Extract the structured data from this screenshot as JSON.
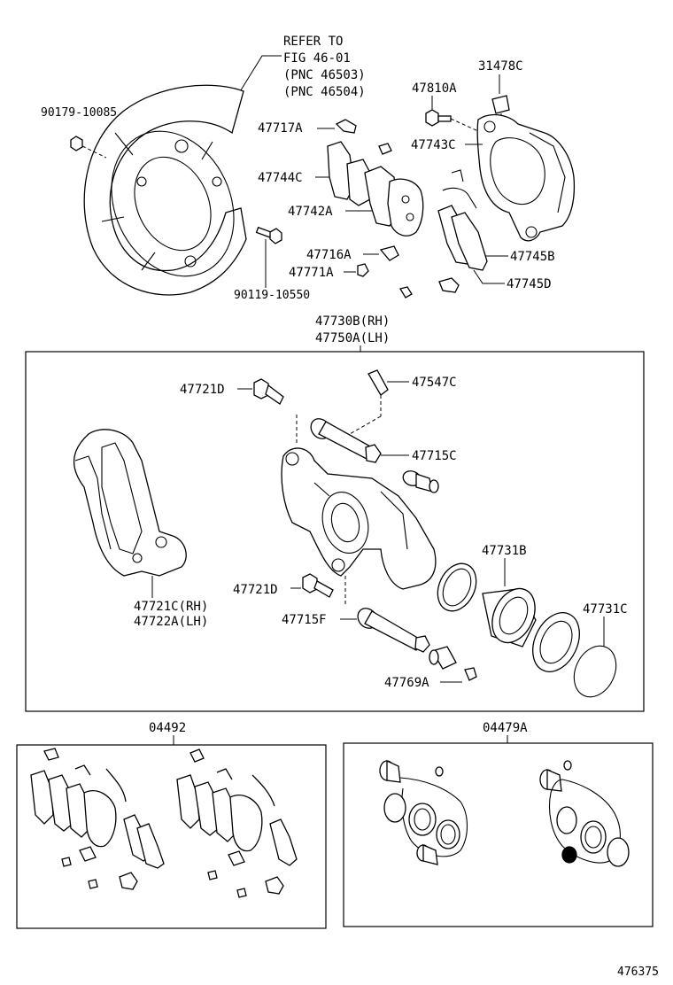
{
  "refer": {
    "line1": "REFER TO",
    "line2": "FIG 46-01",
    "line3": "(PNC 46503)",
    "line4": "(PNC 46504)"
  },
  "labels": {
    "p90179": "90179-10085",
    "p47810A": "47810A",
    "p31478C": "31478C",
    "p47717A": "47717A",
    "p47743C": "47743C",
    "p47744C": "47744C",
    "p47742A": "47742A",
    "p47716A": "47716A",
    "p47771A": "47771A",
    "p47745B": "47745B",
    "p47745D": "47745D",
    "p90119": "90119-10550",
    "p47730B": "47730B(RH)",
    "p47750A": "47750A(LH)",
    "p47721D_top": "47721D",
    "p47547C": "47547C",
    "p47715C": "47715C",
    "p47731B": "47731B",
    "p47721D_bot": "47721D",
    "p47731C": "47731C",
    "p47721C": "47721C(RH)",
    "p47722A": "47722A(LH)",
    "p47715F": "47715F",
    "p47769A": "47769A",
    "p04492": "04492",
    "p04479A": "04479A"
  },
  "figure_number": "476375"
}
